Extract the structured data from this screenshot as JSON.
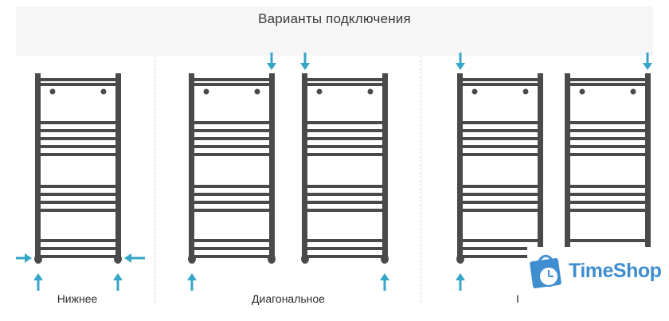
{
  "title": "Варианты подключения",
  "labels": {
    "bottom": "Нижнее",
    "diagonal": "Диагональное",
    "side": "I"
  },
  "logo": {
    "text": "TimeShop",
    "icon": "stopwatch-bag-icon"
  },
  "colors": {
    "rail": "#4a4a4a",
    "arrow": "#35a6c8",
    "logo": "#3e8ed0"
  },
  "variants": [
    {
      "name": "bottom",
      "valves": "short",
      "arrows": [
        "bl-side",
        "br-side",
        "bl-up",
        "br-up"
      ]
    },
    {
      "name": "diagonal-1",
      "valves": "long",
      "arrows": [
        "tr-down",
        "bl-up"
      ]
    },
    {
      "name": "diagonal-2",
      "valves": "long",
      "arrows": [
        "tl-down",
        "br-up"
      ]
    },
    {
      "name": "side-1",
      "valves": "long",
      "arrows": [
        "tl-down",
        "bl-up"
      ]
    },
    {
      "name": "side-2",
      "valves": "long",
      "arrows": [
        "tr-down"
      ]
    }
  ]
}
